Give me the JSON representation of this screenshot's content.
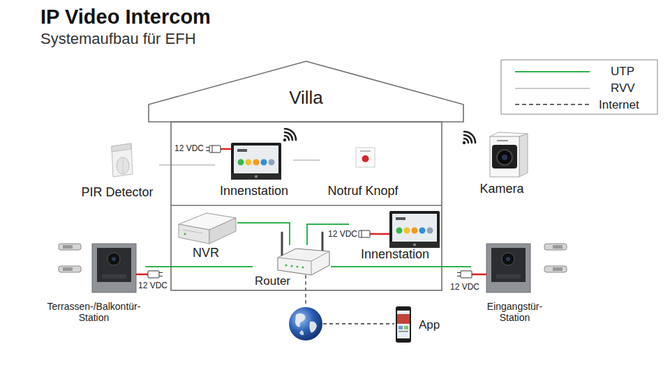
{
  "diagram": {
    "title": "IP Video Intercom",
    "caption": "Systemaufbau für EFH",
    "nodes": [
      {
        "text": [
          "Villa"
        ]
      },
      {
        "text": [
          "PIR Detector"
        ]
      },
      {
        "text": [
          "Innenstation"
        ],
        "in": 0
      },
      {
        "text": [
          "Notruf Knopf"
        ],
        "in": 0
      },
      {
        "text": [
          "Kamera"
        ]
      },
      {
        "text": [
          "NVR"
        ],
        "in": 0
      },
      {
        "text": [
          "Innenstation"
        ],
        "in": 0
      },
      {
        "text": [
          "Router"
        ],
        "in": 0
      },
      {
        "text": [
          "Terrassen-/Balkontür- Station"
        ]
      },
      {
        "text": [
          "Eingangstür- Station"
        ]
      },
      {
        "text": [
          "App"
        ]
      }
    ],
    "edges": [
      {
        "from": 1,
        "to": 2,
        "arrow": "none"
      },
      {
        "from": 2,
        "to": 3,
        "arrow": "none"
      },
      {
        "from": 5,
        "to": 7,
        "arrow": "none"
      },
      {
        "from": 6,
        "to": 7,
        "arrow": "none"
      },
      {
        "from": 8,
        "to": 7,
        "arrow": "none"
      },
      {
        "from": 7,
        "to": 9,
        "arrow": "none"
      }
    ],
    "labels": [
      "12 VDC",
      "12 VDC",
      "12 VDC",
      "12 VDC"
    ],
    "legend": [
      {
        "text": "UTP"
      },
      {
        "text": "RVV"
      },
      {
        "text": "Internet"
      }
    ]
  }
}
